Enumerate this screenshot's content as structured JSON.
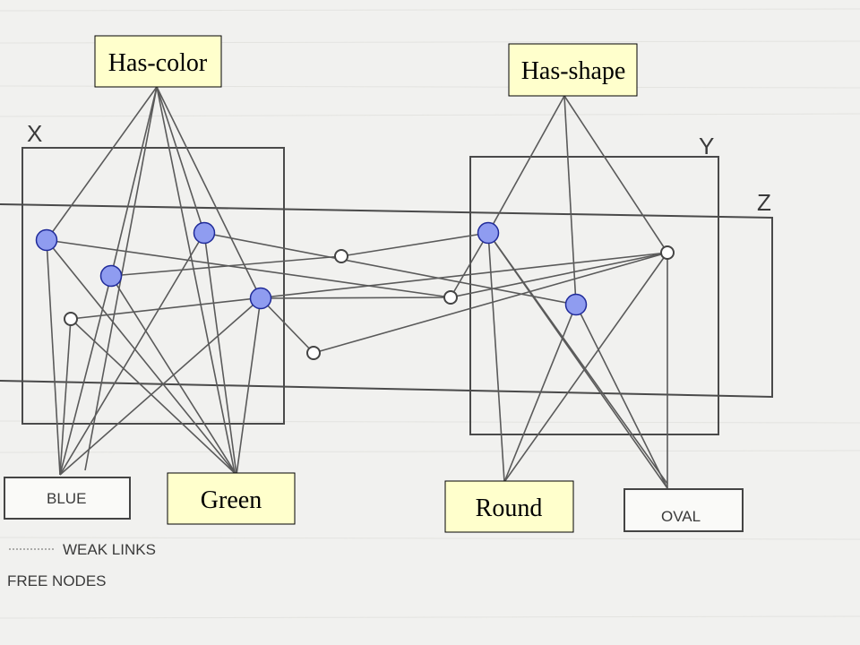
{
  "diagram": {
    "overlay_labels": {
      "has_color": "Has-color",
      "has_shape": "Has-shape",
      "green": "Green",
      "round": "Round"
    },
    "sketch_labels": {
      "x": "X",
      "y": "Y",
      "z": "Z",
      "blue": "BLUE",
      "oval": "OVAL",
      "weak_links": "WEAK LINKS",
      "free_nodes": "FREE NODES"
    },
    "colors": {
      "node_fill": "#8f9cf0",
      "node_stroke": "#1f2a99",
      "label_fill": "#ffffcc"
    }
  }
}
